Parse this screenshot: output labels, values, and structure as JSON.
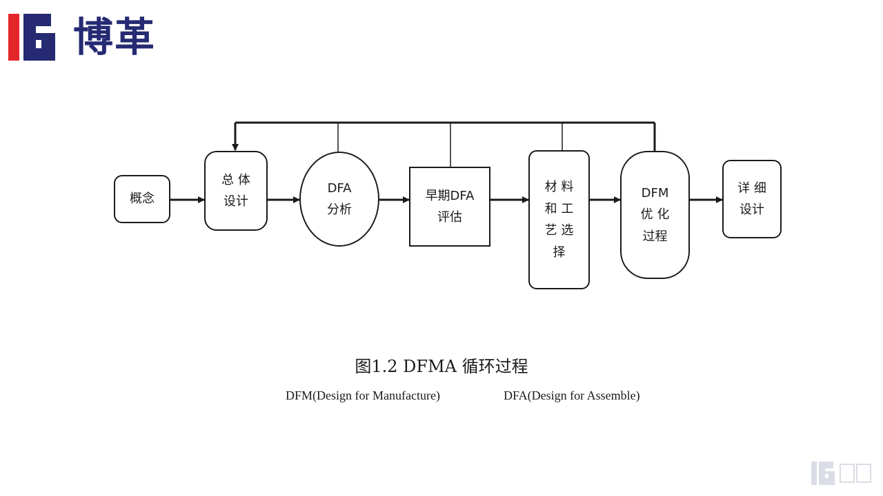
{
  "brand": {
    "name": "博革",
    "colors": {
      "red": "#e3262a",
      "navy": "#252a73"
    }
  },
  "diagram": {
    "nodes": [
      {
        "id": "concept",
        "label": "概念"
      },
      {
        "id": "overall",
        "label": "总 体\n设计"
      },
      {
        "id": "dfa",
        "label": "DFA\n分析"
      },
      {
        "id": "early",
        "label": "早期DFA\n评估"
      },
      {
        "id": "material",
        "label": "材 料\n和 工\n艺 选\n择"
      },
      {
        "id": "dfm",
        "label": "DFM\n优 化\n过程"
      },
      {
        "id": "detail",
        "label": "详 细\n设计"
      }
    ]
  },
  "caption": {
    "title": "图1.2   DFMA 循环过程",
    "dfm_def": "DFM(Design for Manufacture)",
    "dfa_def": "DFA(Design for Assemble)"
  }
}
